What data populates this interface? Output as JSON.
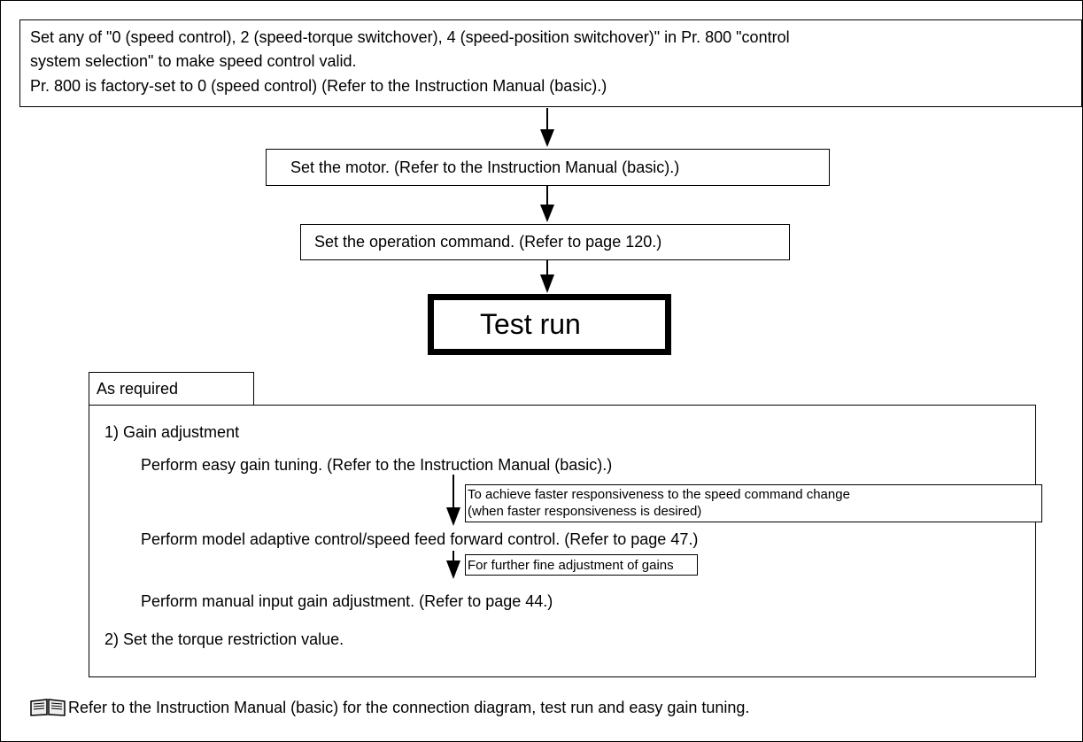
{
  "top_box": {
    "line1": "Set any of \"0 (speed control), 2 (speed-torque switchover), 4 (speed-position switchover)\" in Pr. 800 \"control",
    "line2": "system selection\" to make speed control valid.",
    "line3": "Pr. 800 is factory-set to 0 (speed control) (Refer to the Instruction Manual (basic).)"
  },
  "step_motor": "Set the motor. (Refer to the Instruction Manual (basic).)",
  "step_operation": "Set the operation command. (Refer to page 120.)",
  "step_test_run": "Test run",
  "as_required": {
    "tab_label": "As required",
    "item1_title": "1) Gain adjustment",
    "item1_easy": "Perform easy gain tuning. (Refer to the Instruction Manual (basic).)",
    "note1_line1": "To achieve faster responsiveness to the speed command change",
    "note1_line2": "(when faster responsiveness is desired)",
    "item1_model": "Perform model adaptive control/speed feed forward control. (Refer to page 47.)",
    "note2": "For further fine adjustment of gains",
    "item1_manual": "Perform manual input gain adjustment. (Refer to page 44.)",
    "item2": "2) Set the torque restriction value."
  },
  "footer": {
    "icon": "manual-book-icon",
    "text": "Refer to the Instruction Manual (basic) for the connection diagram, test run and easy gain tuning."
  }
}
